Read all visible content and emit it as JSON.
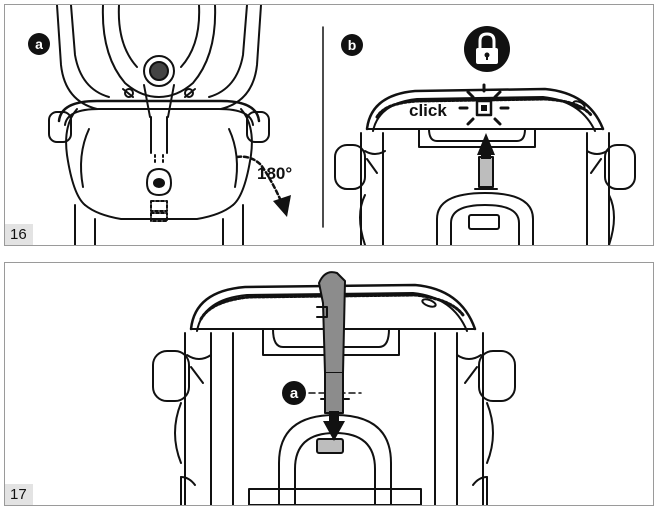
{
  "steps": [
    {
      "number": "16",
      "subpanels": [
        {
          "badge": "a",
          "rotation_label": "180°"
        },
        {
          "badge": "b",
          "lock_icon": "padlock-locked-icon",
          "click_label": "click"
        }
      ]
    },
    {
      "number": "17",
      "badge": "a"
    }
  ],
  "colors": {
    "line": "#111111",
    "strap": "#8c8c8c",
    "panel_border": "#9a9a9a",
    "step_label_bg": "#e3e3e3"
  }
}
